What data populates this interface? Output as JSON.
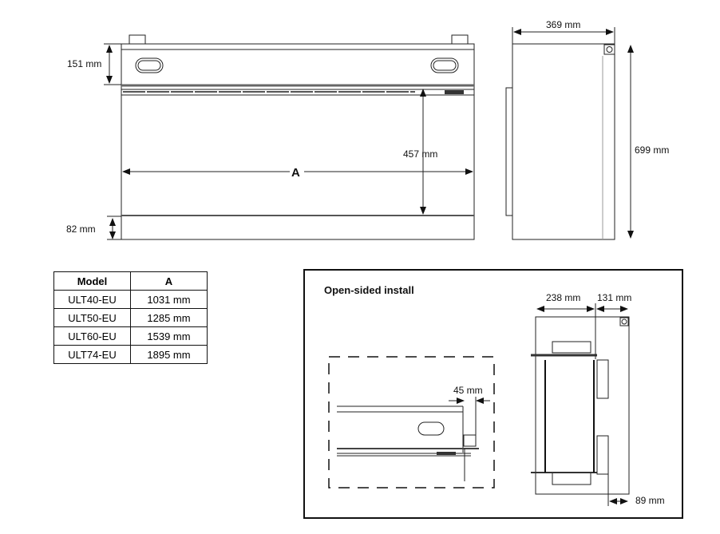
{
  "front_view": {
    "height_top": "151 mm",
    "height_inner": "457 mm",
    "width_label": "A",
    "height_bottom": "82 mm"
  },
  "side_view": {
    "depth": "369 mm",
    "height": "699 mm"
  },
  "model_table": {
    "headers": [
      "Model",
      "A"
    ],
    "rows": [
      [
        "ULT40-EU",
        "1031 mm"
      ],
      [
        "ULT50-EU",
        "1285 mm"
      ],
      [
        "ULT60-EU",
        "1539 mm"
      ],
      [
        "ULT74-EU",
        "1895 mm"
      ]
    ]
  },
  "open_sided": {
    "title": "Open-sided install",
    "clearance": "45 mm",
    "depth_front": "238 mm",
    "depth_rear": "131 mm",
    "offset": "89 mm"
  }
}
